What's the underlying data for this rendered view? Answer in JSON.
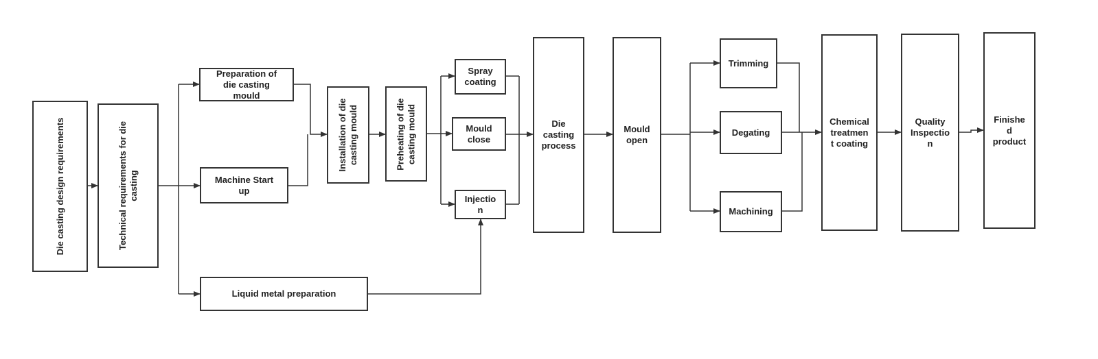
{
  "nodes": {
    "design_req": "Die casting design requirements",
    "tech_req": "Technical requirements for die\ncasting",
    "prep_mould": "Preparation of\ndie casting\nmould",
    "machine_start": "Machine Start\nup",
    "liquid_metal": "Liquid metal preparation",
    "install_mould": "Installation of die\ncasting mould",
    "preheat_mould": "Preheating of die\ncasting mould",
    "spray_coating": "Spray\ncoating",
    "mould_close": "Mould\nclose",
    "injection": "Injectio\nn",
    "die_casting": "Die\ncasting\nprocess",
    "mould_open": "Mould\nopen",
    "trimming": "Trimming",
    "degating": "Degating",
    "machining": "Machining",
    "chemical": "Chemical\ntreatmen\nt coating",
    "quality": "Quality\nInspectio\nn",
    "finished": "Finishe\nd\nproduct"
  },
  "colors": {
    "stroke": "#333333",
    "text": "#222222",
    "background": "#ffffff"
  }
}
